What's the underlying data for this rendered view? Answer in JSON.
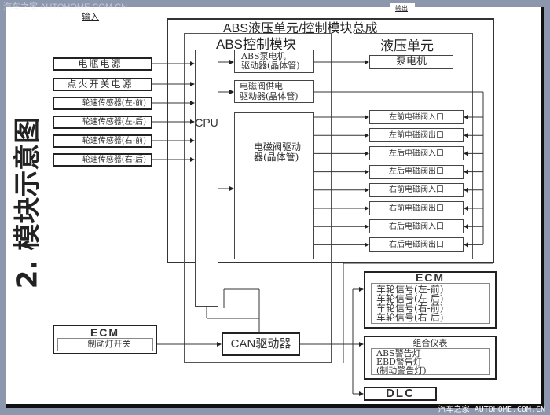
{
  "header": {
    "input_label": "输入",
    "output_label": "输出",
    "watermark_top": "汽车之家 AUTOHOME.COM.CN"
  },
  "side_title": "2. 模块示意图",
  "assembly": {
    "title": "ABS液压单元/控制模块总成"
  },
  "control_module": {
    "title": "ABS控制模块",
    "cpu": "CPU",
    "pump_driver": [
      "ABS泵电机",
      "驱动器(晶体管)"
    ],
    "valve_supply_driver": [
      "电磁阀供电",
      "驱动器(晶体管)"
    ],
    "valve_driver": [
      "电磁阀驱动",
      "器(晶体管)"
    ],
    "can_driver": "CAN驱动器"
  },
  "hydraulic_unit": {
    "title": "液压单元",
    "pump_motor": "泵电机",
    "valves": [
      "左前电磁阀入口",
      "左前电磁阀出口",
      "左后电磁阀入口",
      "左后电磁阀出口",
      "右前电磁阀入口",
      "右前电磁阀出口",
      "右后电磁阀入口",
      "右后电磁阀出口"
    ]
  },
  "inputs": [
    "电瓶电源",
    "点火开关电源",
    "轮速传感器(左-前)",
    "轮速传感器(左-后)",
    "轮速传感器(右-前)",
    "轮速传感器(右-后)"
  ],
  "ecm_input": {
    "title": "ECM",
    "item": "制动灯开关"
  },
  "outputs": {
    "ecm": {
      "title": "ECM",
      "items": [
        "车轮信号(左-前)",
        "车轮信号(左-后)",
        "车轮信号(右-前)",
        "车轮信号(右-后)"
      ]
    },
    "cluster": {
      "title": "组合仪表",
      "items": [
        "ABS警告灯",
        "EBD警告灯",
        "(制动警告灯)"
      ]
    },
    "dlc": "DLC"
  },
  "footer": {
    "watermark": "汽车之家 AUTOHOME.COM.CN"
  }
}
